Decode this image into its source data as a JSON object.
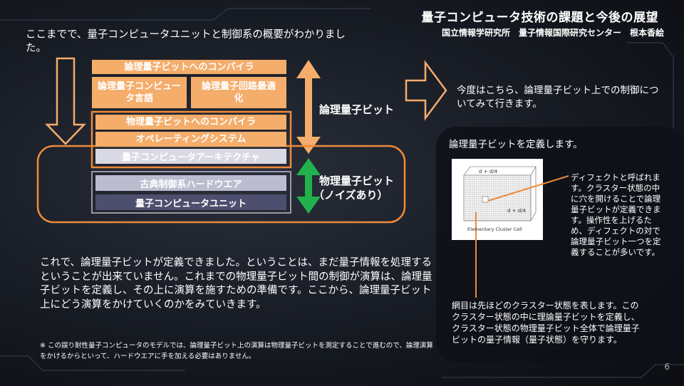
{
  "header": {
    "title": "量子コンピュータ技術の課題と今後の展望",
    "subtitle": "国立情報学研究所　量子情報国際研究センター　根本香絵"
  },
  "intro_text": "ここまでで、量子コンピュータユニットと制御系の概要がわかりました。",
  "stack": {
    "logical_compiler": "論理量子ビットへのコンパイラ",
    "qc_language": "論理量子コンピュータ言語",
    "circuit_opt": "論理量子回路最適化",
    "physical_compiler": "物理量子ビットへのコンパイラ",
    "os": "オペレーティングシステム",
    "architecture": "量子コンピュータアーキテクチャ",
    "classical_hw": "古典制御系ハードウエア",
    "qc_unit": "量子コンピュータユニット"
  },
  "labels": {
    "logical_qubit": "論理量子ビット",
    "physical_qubit": "物理量子ビット",
    "noisy": "（ノイズあり）"
  },
  "right": {
    "next_text": "今度はこちら、論理量子ビット上での制御についてみて行きます。",
    "define_text": "論理量子ビットを定義します。",
    "defect_text": "ディフェクトと呼ばれます。クラスター状態の中に穴を開けることで論理量子ビットが定義できます。操作性を上げるため、ディフェクトの対で論理量子ビット一つを定義することが多いです。",
    "mesh_text": "網目は先ほどのクラスター状態を表します。このクラスター状態の中に理論量子ビットを定義し、クラスター状態の物理量子ビット全体で論理量子ビットの量子情報（量子状態）を守ります。"
  },
  "figure": {
    "label_top": "d + d/4",
    "label_right": "d + d/4",
    "caption": "Elementary Cluster Cell"
  },
  "body_text": "これで、論理量子ビットが定義できました。ということは、まだ量子情報を処理するということが出来ていません。これまでの物理量子ビット間の制御が演算は、論理量子ビットを定義し、その上に演算を施すための準備です。ここから、論理量子ビット上にどう演算をかけていくのかをみていきます。",
  "footnote": "※ この誤り耐性量子コンピュータのモデルでは、論理量子ビット上の演算は物理量子ビットを測定することで進むので、論理演算をかけるからといって、ハードウエアに手を加える必要はありません。",
  "page_number": "6",
  "colors": {
    "orange": "#f4ad6b",
    "orange_border": "#ec8a3a",
    "green": "#22b14c",
    "dark_bar": "#4e4e6e",
    "background": "#161a22"
  }
}
